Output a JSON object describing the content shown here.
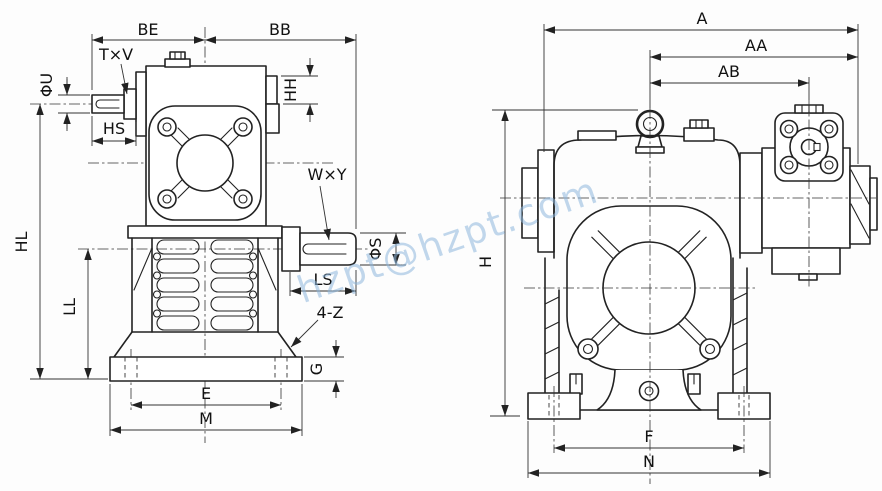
{
  "watermark": {
    "text": "hzpt@hzpt.com",
    "color": "#8fb8dd"
  },
  "colors": {
    "line": "#222222",
    "background": "#ffffff"
  },
  "front_view": {
    "dims": {
      "be": "BE",
      "bb": "BB",
      "txv": "T×V",
      "phi_u": "ΦU",
      "hs": "HS",
      "hh": "HH",
      "hl": "HL",
      "ll": "LL",
      "wxy": "W×Y",
      "phi_s": "ΦS",
      "ls": "LS",
      "z": "4-Z",
      "g": "G",
      "e": "E",
      "m": "M"
    }
  },
  "side_view": {
    "dims": {
      "a": "A",
      "aa": "AA",
      "ab": "AB",
      "h": "H",
      "f": "F",
      "n": "N"
    }
  }
}
